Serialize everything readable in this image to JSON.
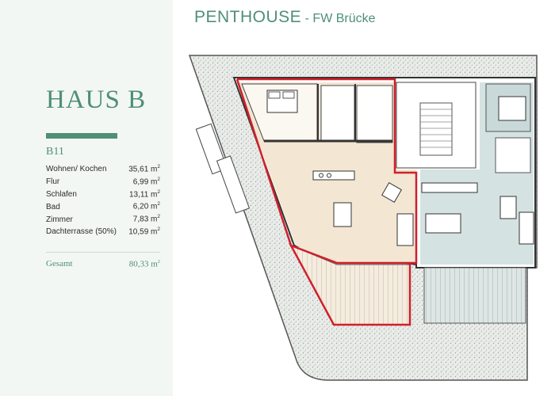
{
  "header": {
    "title": "PENTHOUSE",
    "subtitle": "- FW Brücke"
  },
  "sidebar": {
    "house": "HAUS B",
    "unit": "B11",
    "rooms": [
      {
        "name": "Wohnen/ Kochen",
        "area": "35,61 m",
        "unit_sup": "2"
      },
      {
        "name": "Flur",
        "area": "6,99 m",
        "unit_sup": "2"
      },
      {
        "name": "Schlafen",
        "area": "13,11 m",
        "unit_sup": "2"
      },
      {
        "name": "Bad",
        "area": "6,20 m",
        "unit_sup": "2"
      },
      {
        "name": "Zimmer",
        "area": "7,83 m",
        "unit_sup": "2"
      },
      {
        "name": "Dachterrasse (50%)",
        "area": "10,59 m",
        "unit_sup": "2"
      }
    ],
    "total_label": "Gesamt",
    "total_area": "80,33 m",
    "total_sup": "2"
  },
  "colors": {
    "accent": "#4e8f78",
    "highlight_outline": "#d0202a",
    "unit_fill": "#f3e6d3",
    "neighbor_fill": "#d5e2e2",
    "sidebar_bg": "#f3f7f4"
  }
}
